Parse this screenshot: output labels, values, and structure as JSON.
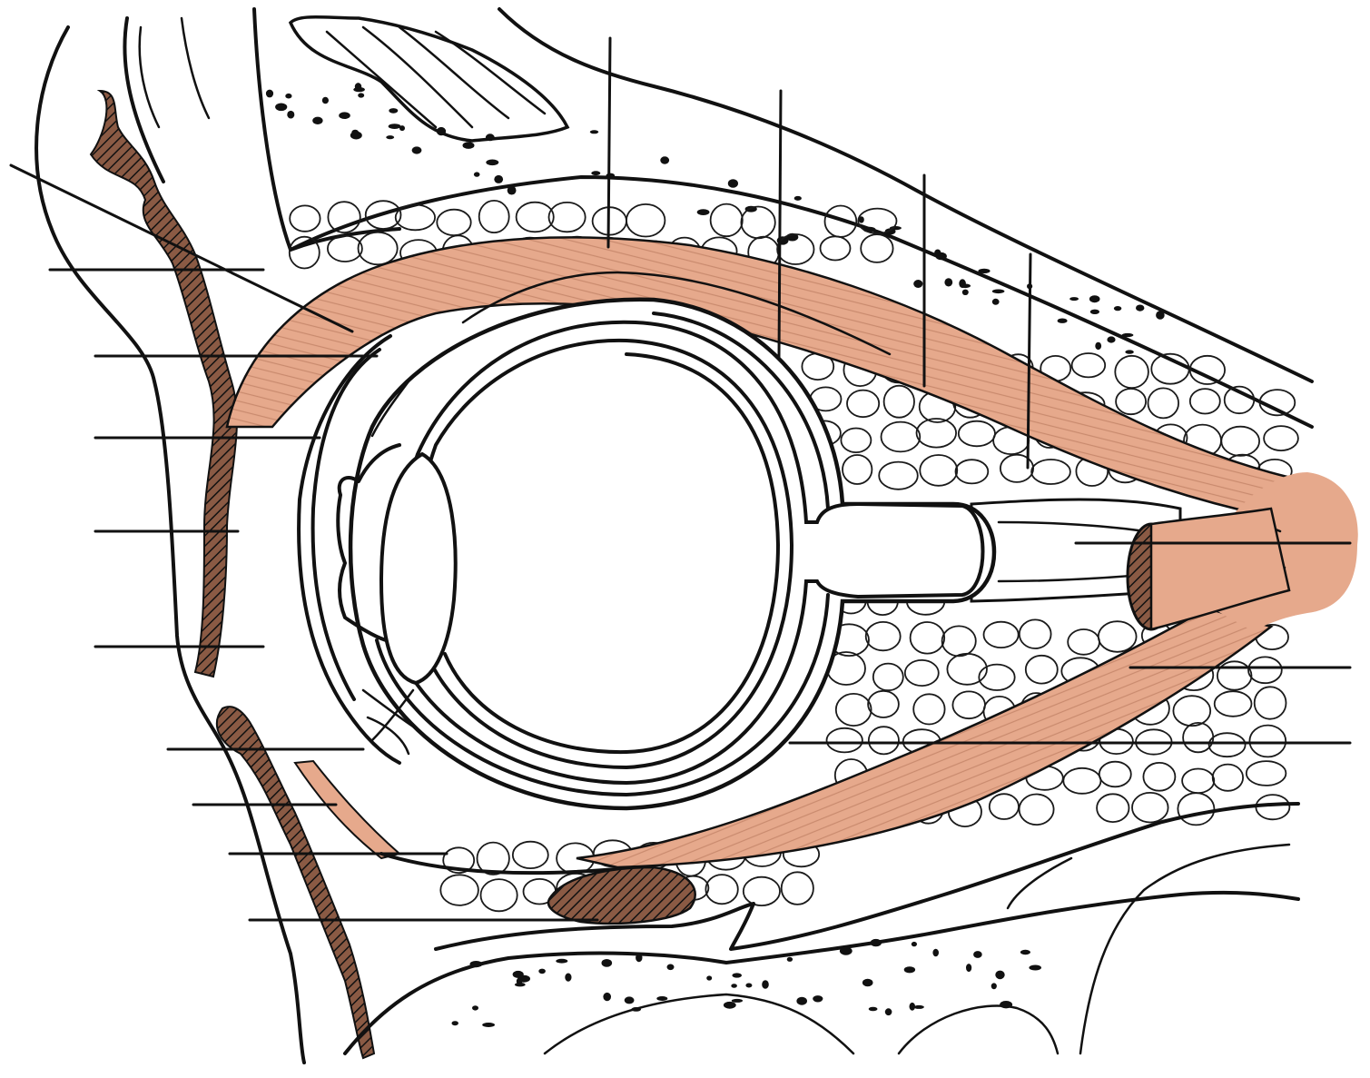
{
  "figure": {
    "colors": {
      "muscle": "#e6a98c",
      "muscle_dark": "#c98a6e",
      "tarsal": "#8a5a44",
      "ink": "#111111",
      "paper": "#ffffff"
    },
    "label_lines": {
      "top_count": 5,
      "left_count": 9,
      "right_count": 3,
      "text": []
    }
  }
}
